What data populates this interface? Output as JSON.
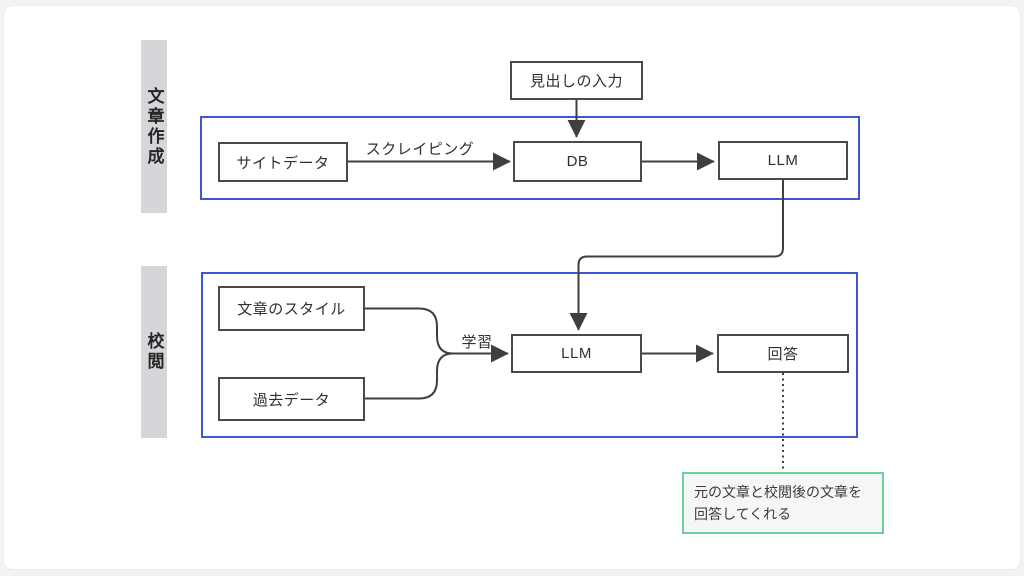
{
  "colors": {
    "page_bg": "#f2f3f5",
    "section_border": "#3e56d0",
    "node_border": "#4a4a4a",
    "connector": "#3f3f3f",
    "bar_bg": "#d4d6d9",
    "text": "#303030",
    "annotation_border": "#6fcf9b",
    "annotation_bg": "#f5f6f6"
  },
  "sections": [
    {
      "label": "文章作成"
    },
    {
      "label": "校閲"
    }
  ],
  "nodes": {
    "headline_input": "見出しの入力",
    "site_data": "サイトデータ",
    "db": "DB",
    "llm_top": "LLM",
    "style": "文章のスタイル",
    "past_data": "過去データ",
    "llm_bottom": "LLM",
    "answer": "回答"
  },
  "edge_labels": {
    "scraping": "スクレイピング",
    "learning": "学習"
  },
  "annotation": {
    "line1": "元の文章と校閲後の文章を",
    "line2": "回答してくれる"
  }
}
